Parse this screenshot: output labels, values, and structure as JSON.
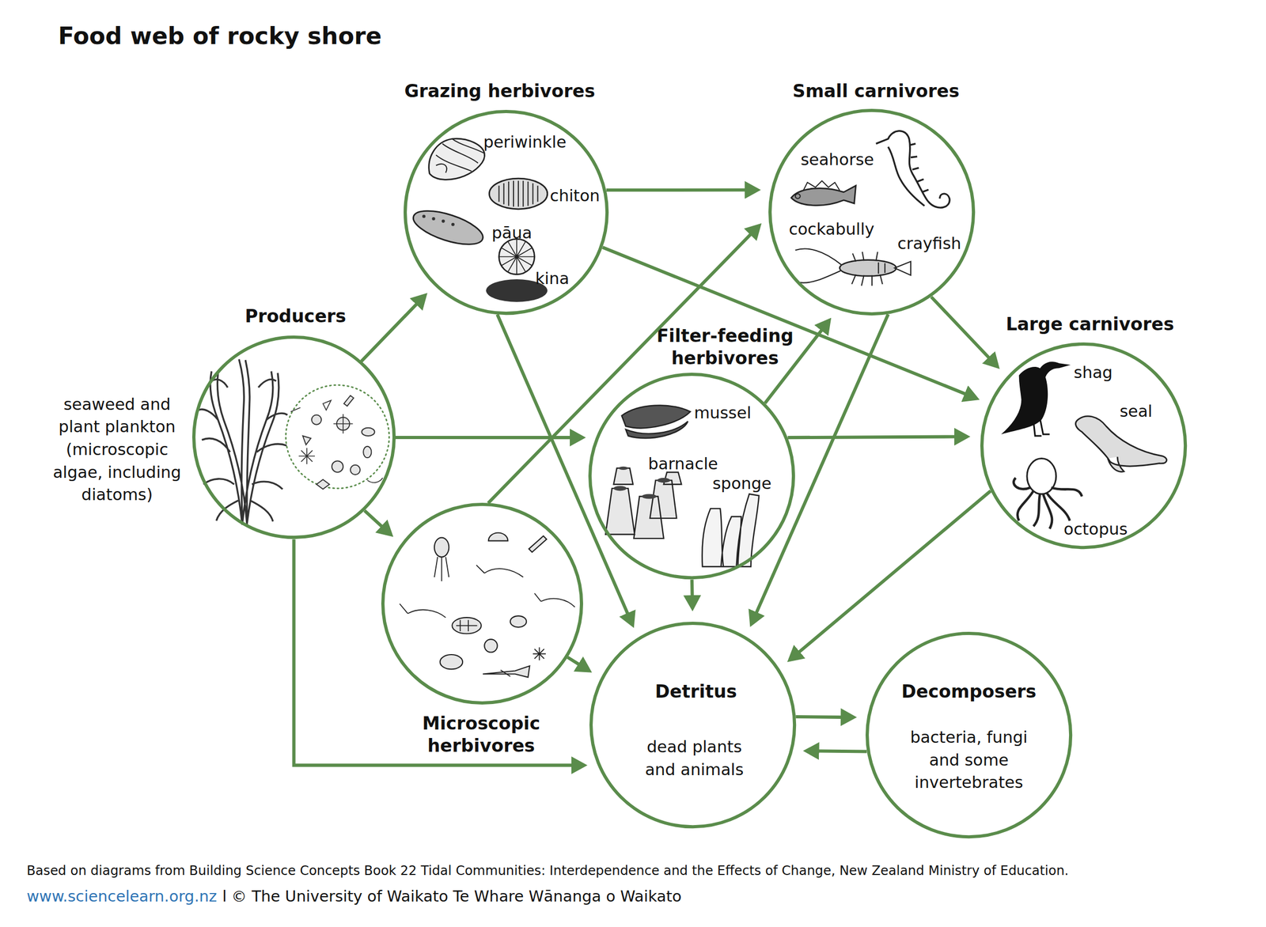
{
  "diagram": {
    "title": "Food web of rocky shore",
    "caption": "Based on diagrams from Building Science Concepts Book 22 Tidal Communities: Interdependence and the Effects of Change, New Zealand Ministry of Education.",
    "nodes": [
      {
        "text": [
          "Grazing herbivores",
          "periwinkle",
          "chiton",
          "pāua",
          "kina"
        ]
      },
      {
        "text": [
          "Small carnivores",
          "seahorse",
          "cockabully",
          "crayfish"
        ]
      },
      {
        "text": [
          "Producers",
          "seaweed and plant plankton (microscopic algae, including diatoms)"
        ]
      },
      {
        "text": [
          "Filter-feeding herbivores",
          "mussel",
          "barnacle",
          "sponge"
        ]
      },
      {
        "text": [
          "Large carnivores",
          "shag",
          "seal",
          "octopus"
        ]
      },
      {
        "text": [
          "Microscopic herbivores"
        ]
      },
      {
        "text": [
          "Detritus",
          "dead plants and animals"
        ]
      },
      {
        "text": [
          "Decomposers",
          "bacteria, fungi and some invertebrates"
        ]
      }
    ],
    "edges": [
      {
        "from": 2,
        "to": 0,
        "arrow": "to"
      },
      {
        "from": 2,
        "to": 3,
        "arrow": "to"
      },
      {
        "from": 2,
        "to": 5,
        "arrow": "to"
      },
      {
        "from": 2,
        "to": 6,
        "arrow": "to"
      },
      {
        "from": 0,
        "to": 1,
        "arrow": "to"
      },
      {
        "from": 0,
        "to": 4,
        "arrow": "to"
      },
      {
        "from": 0,
        "to": 6,
        "arrow": "to"
      },
      {
        "from": 1,
        "to": 4,
        "arrow": "to"
      },
      {
        "from": 1,
        "to": 6,
        "arrow": "to"
      },
      {
        "from": 3,
        "to": 1,
        "arrow": "to"
      },
      {
        "from": 3,
        "to": 4,
        "arrow": "to"
      },
      {
        "from": 3,
        "to": 6,
        "arrow": "to"
      },
      {
        "from": 5,
        "to": 1,
        "arrow": "to"
      },
      {
        "from": 5,
        "to": 6,
        "arrow": "to"
      },
      {
        "from": 4,
        "to": 6,
        "arrow": "to"
      },
      {
        "from": 6,
        "to": 7,
        "arrow": "to"
      },
      {
        "from": 7,
        "to": 6,
        "arrow": "to"
      }
    ],
    "labels": [
      "www.sciencelearn.org.nz",
      "l © The University of Waikato Te Whare Wānanga o Waikato"
    ]
  }
}
